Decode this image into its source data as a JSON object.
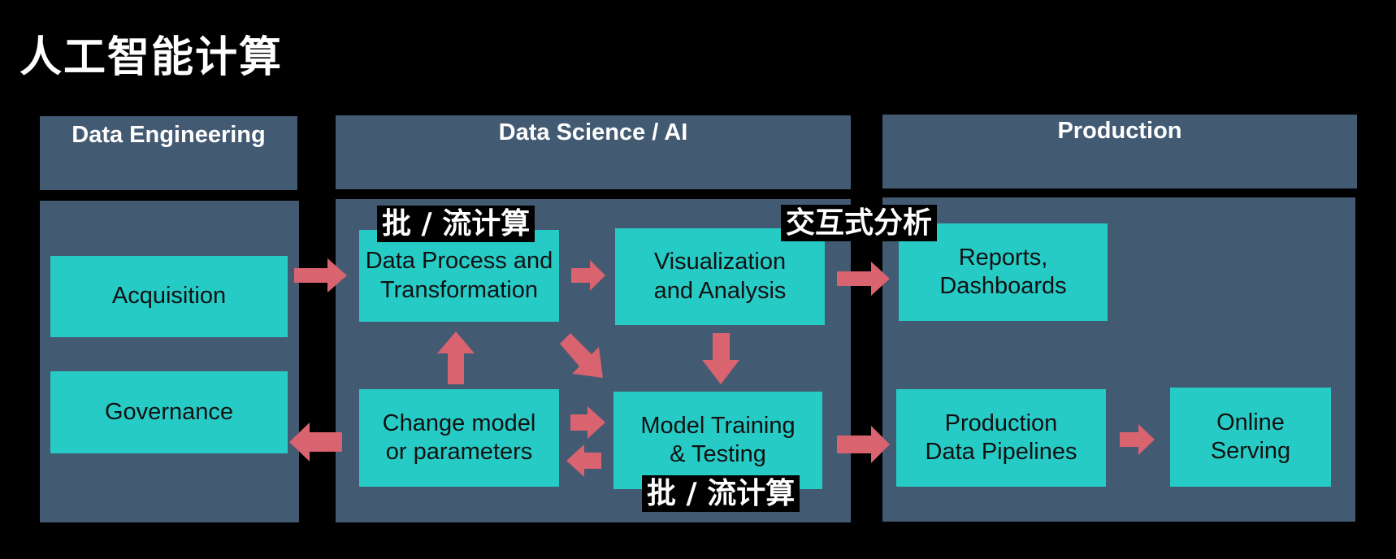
{
  "title": "人工智能计算",
  "colors": {
    "panel": "#435a73",
    "box": "#27cbc6",
    "arrow": "#d9636f",
    "background": "#000000"
  },
  "columns": {
    "data_engineering": {
      "header": "Data Engineering"
    },
    "data_science": {
      "header": "Data Science / AI"
    },
    "production": {
      "header": "Production"
    }
  },
  "boxes": {
    "acquisition": "Acquisition",
    "governance": "Governance",
    "data_process": "Data Process and\nTransformation",
    "visualization": "Visualization\nand Analysis",
    "change_model": "Change model\nor parameters",
    "model_training": "Model Training\n& Testing",
    "reports": "Reports,\nDashboards",
    "production_pipelines": "Production\nData Pipelines",
    "online_serving": "Online\nServing"
  },
  "tags": {
    "batch_stream_top": "批 / 流计算",
    "interactive": "交互式分析",
    "batch_stream_bottom": "批 / 流计算"
  }
}
